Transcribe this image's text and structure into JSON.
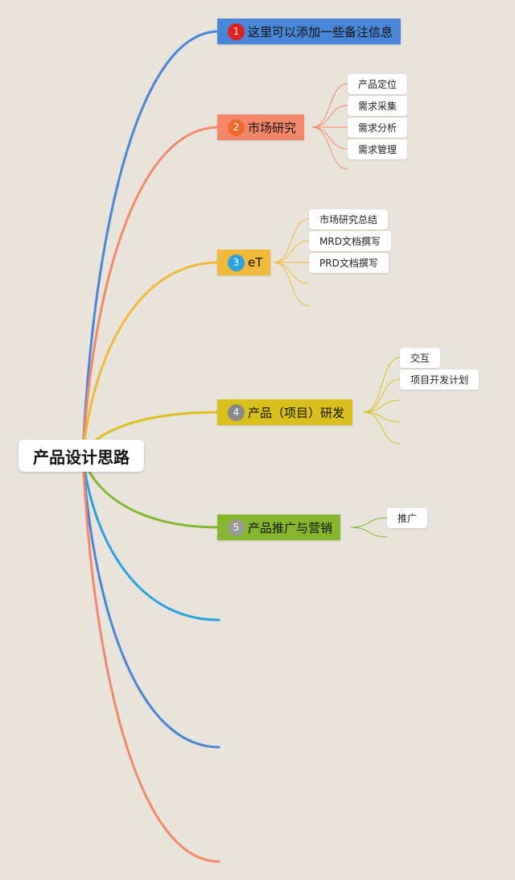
{
  "root": {
    "label": "产品设计思路"
  },
  "branches": [
    {
      "num": "1",
      "label": "这里可以添加一些备注信息",
      "color": "#4a86d8",
      "badge": "#e0201b",
      "children": []
    },
    {
      "num": "2",
      "label": "市场研究",
      "color": "#f4876a",
      "badge": "#ef6a2a",
      "children": [
        "产品定位",
        "需求采集",
        "需求分析",
        "需求管理"
      ]
    },
    {
      "num": "3",
      "label": "eT",
      "color": "#f0b93a",
      "badge": "#2aa3df",
      "children": [
        "市场研究总结",
        "MRD文档撰写",
        "PRD文档撰写"
      ]
    },
    {
      "num": "4",
      "label": "产品（项目）研发",
      "color": "#d9c01b",
      "badge": "#888888",
      "children": [
        "交互",
        "项目开发计划"
      ]
    },
    {
      "num": "5",
      "label": "产品推广与营销",
      "color": "#86b52e",
      "badge": "#999999",
      "children": [
        "推广"
      ]
    }
  ],
  "line_colors": {
    "blank_1": "#29a3df",
    "blank_2": "#4a86d8",
    "blank_3": "#f4876a"
  }
}
